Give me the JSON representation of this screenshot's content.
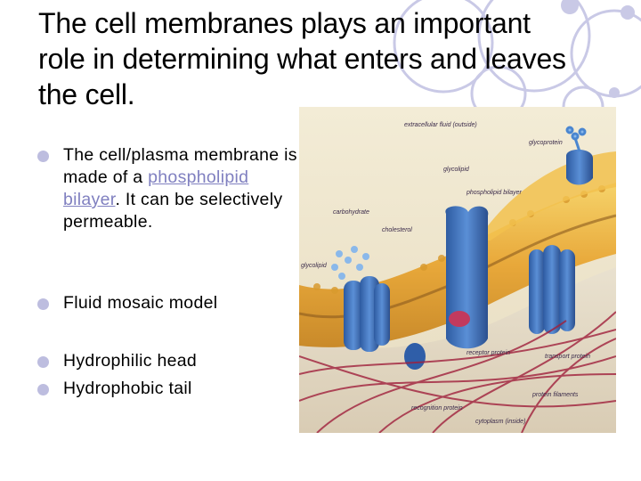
{
  "slide": {
    "title": "The cell membranes plays an important role in determining what enters and leaves the cell.",
    "bullets": [
      {
        "before": "The cell/plasma membrane is made of a ",
        "link": "phospholipid bilayer",
        "after": ". It can be selectively permeable."
      },
      {
        "text": "Fluid mosaic model"
      },
      {
        "text": "Hydrophilic head"
      },
      {
        "text": "Hydrophobic tail"
      }
    ]
  },
  "figure": {
    "labels": {
      "outside": "extracellular fluid (outside)",
      "glycoprotein": "glycoprotein",
      "glycolipid": "glycolipid",
      "phospholipid_bilayer": "phospholipid bilayer",
      "carbohydrate": "carbohydrate",
      "cholesterol": "cholesterol",
      "glycolipid2": "glycolipid",
      "receptor_protein": "receptor protein",
      "transport_protein": "transport protein",
      "recognition_protein": "recognition protein",
      "protein_filaments": "protein filaments",
      "cytoplasm": "cytoplasm (inside)"
    }
  },
  "colors": {
    "bullet": "#bdbddf",
    "link": "#8080c0",
    "deco_ring": "#c9c9e6",
    "membrane": "#e8b040",
    "protein": "#3a6fb8",
    "filament": "#a0203c"
  }
}
